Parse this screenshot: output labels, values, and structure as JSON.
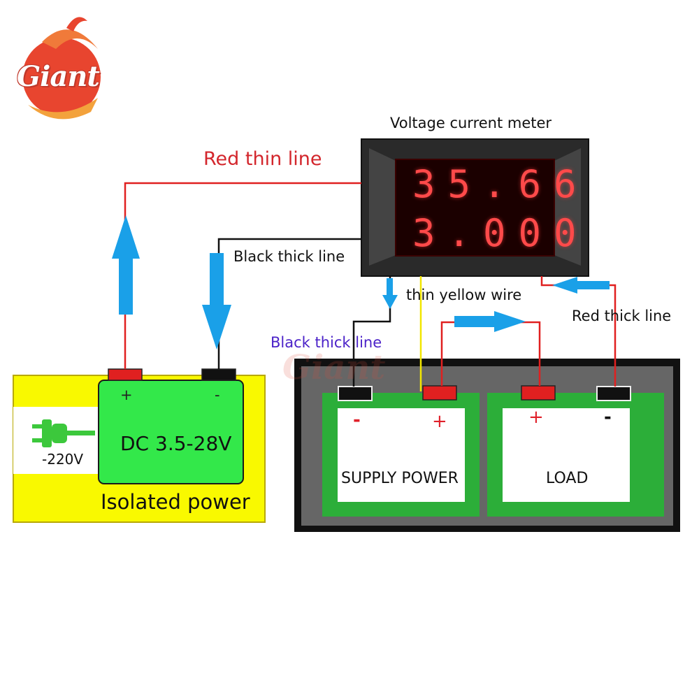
{
  "logo": {
    "text": "Giant",
    "color": "#e8452f"
  },
  "meter": {
    "title": "Voltage current meter",
    "voltage_reading": "35.66",
    "current_reading": "3.000",
    "display_color": "#ff3b3b"
  },
  "labels": {
    "red_thin_line": "Red thin line",
    "black_thick_line_top": "Black thick line",
    "thin_yellow_wire": "thin yellow wire",
    "red_thick_line": "Red thick line",
    "black_thick_line_bottom": "Black thick line"
  },
  "isolated_power": {
    "plus": "+",
    "minus": "-",
    "rating": "DC 3.5-28V",
    "mains": "-220V",
    "title": "Isolated power",
    "plug_icon": "power-plug-icon"
  },
  "supply_power": {
    "label": "SUPPLY POWER",
    "minus": "-",
    "plus": "+"
  },
  "load": {
    "label": "LOAD",
    "plus": "+",
    "minus": "-"
  },
  "colors": {
    "red_wire": "#e02020",
    "black_wire": "#111111",
    "yellow_wire": "#f2e600",
    "arrow_blue": "#1aa0e8",
    "battery_green": "#33e84a",
    "panel_yellow": "#f9f900",
    "module_green": "#2cae39",
    "module_gray": "#666666"
  }
}
